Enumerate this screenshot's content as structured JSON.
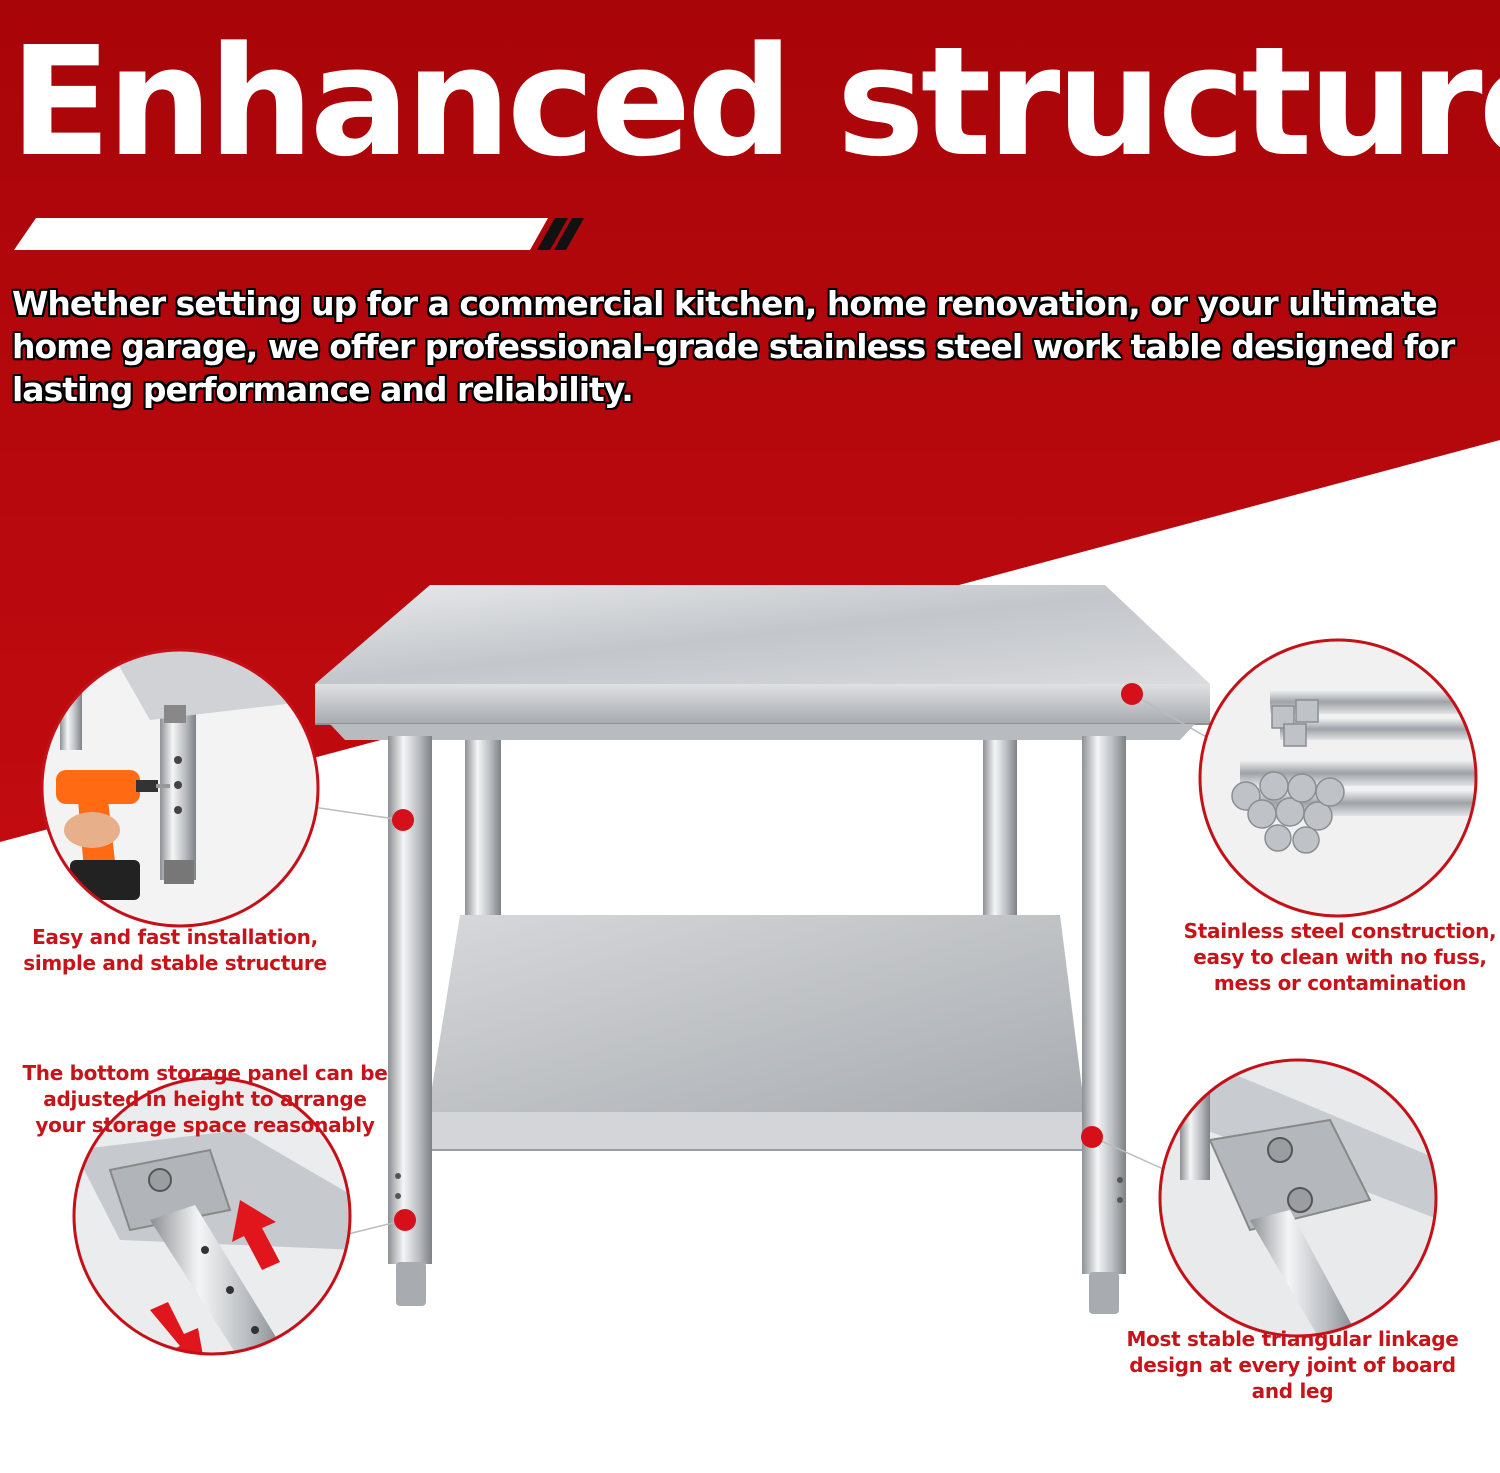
{
  "headline": "Enhanced structure",
  "intro": "Whether setting up for a commercial kitchen, home renovation, or your ultimate home garage, we offer professional-grade stainless steel work table designed for lasting performance and reliability.",
  "captions": {
    "installation": "Easy and fast installation, simple and stable structure",
    "material": "Stainless steel construction, easy to clean with no fuss, mess or contamination",
    "linkage": "Most stable triangular linkage design at every joint of board and leg",
    "adjustable": "The bottom storage panel can be adjusted in height to arrange your storage space reasonably"
  },
  "colors": {
    "brand_red": "#b3080d",
    "caption_red": "#c8131a",
    "marker_red": "#d5101a",
    "steel": "#c9ccd0"
  },
  "icons": [
    "drill-icon",
    "marker-dot",
    "arrow-up-icon",
    "arrow-down-icon"
  ]
}
